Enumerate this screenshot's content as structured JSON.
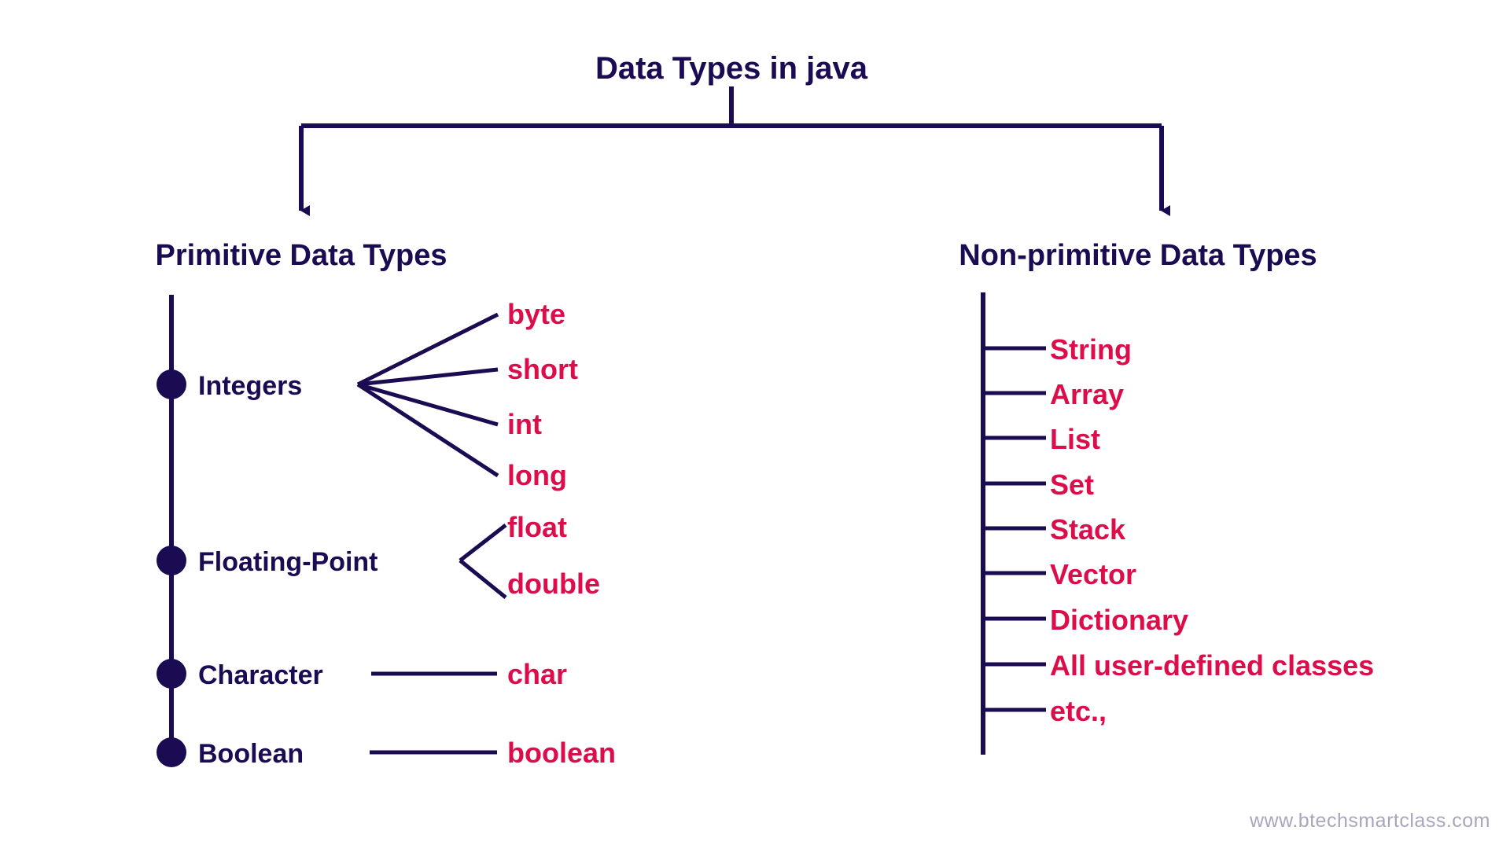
{
  "title": "Data Types in java",
  "colors": {
    "navy": "#1a0b52",
    "crimson": "#db0d4a",
    "watermark": "#a9a5bd",
    "background": "#ffffff"
  },
  "branches": {
    "primitive": {
      "heading": "Primitive Data Types",
      "categories": [
        {
          "label": "Integers",
          "leaves": [
            "byte",
            "short",
            "int",
            "long"
          ]
        },
        {
          "label": "Floating-Point",
          "leaves": [
            "float",
            "double"
          ]
        },
        {
          "label": "Character",
          "leaves": [
            "char"
          ]
        },
        {
          "label": "Boolean",
          "leaves": [
            "boolean"
          ]
        }
      ]
    },
    "nonprimitive": {
      "heading": "Non-primitive Data Types",
      "items": [
        "String",
        "Array",
        "List",
        "Set",
        "Stack",
        "Vector",
        "Dictionary",
        "All user-defined classes",
        "etc.,"
      ]
    }
  },
  "watermark": "www.btechsmartclass.com"
}
